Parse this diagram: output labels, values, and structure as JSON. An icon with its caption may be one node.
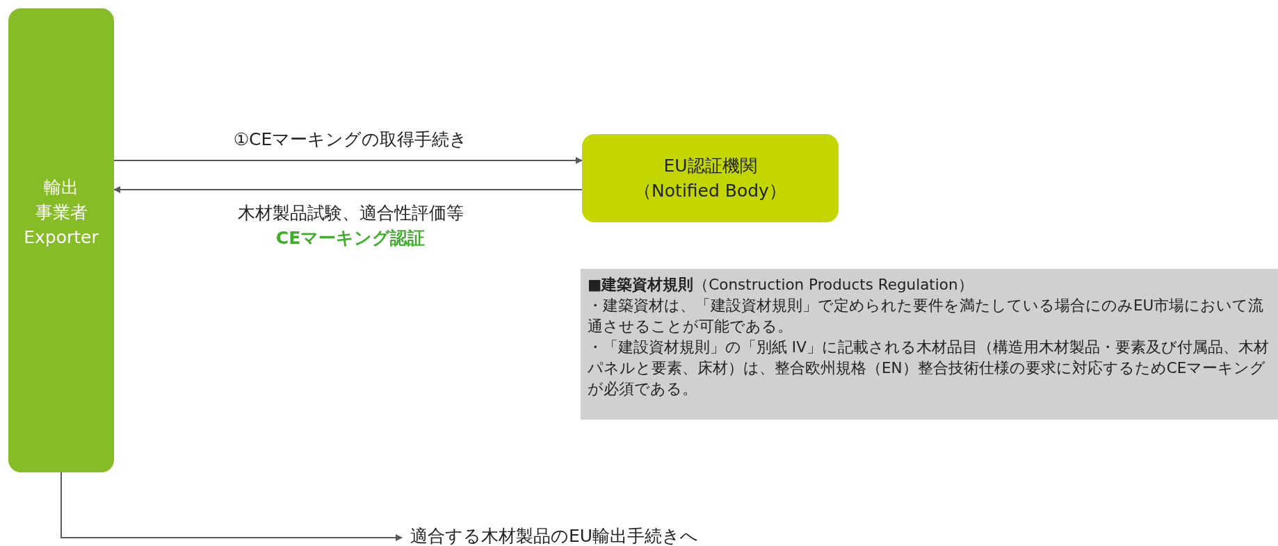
{
  "diagram": {
    "nodes": [
      {
        "text": [
          "輸出",
          "事業者",
          "Exporter"
        ]
      },
      {
        "text": [
          "EU認証機関",
          "（Notified Body）"
        ]
      },
      {
        "text": [
          "**■建築資材規則**（Construction Products Regulation）",
          "・建築資材は、「建設資材規則」で定められた要件を満たしている場合にのみEU市場において流通させることが可能である。",
          "・「建設資材規則」の「別紙 IV」に記載される木材品目（構造用木材製品・要素及び付属品、木材パネルと要素、床材）は、整合欧州規格（EN）整合技術仕様の要求に対応するためCEマーキングが必須である。"
        ]
      },
      {
        "text": [
          "適合する木材製品のEU輸出手続きへ"
        ]
      }
    ],
    "edges": [
      {
        "from": 0,
        "to": 1,
        "arrow": "to",
        "label": "①CEマーキングの取得手続き"
      },
      {
        "from": 1,
        "to": 0,
        "arrow": "to",
        "label": "木材製品試験、適合性評価等"
      },
      {
        "from": 0,
        "to": 3,
        "arrow": "to"
      }
    ],
    "labels": [
      "CEマーキング認証"
    ]
  }
}
